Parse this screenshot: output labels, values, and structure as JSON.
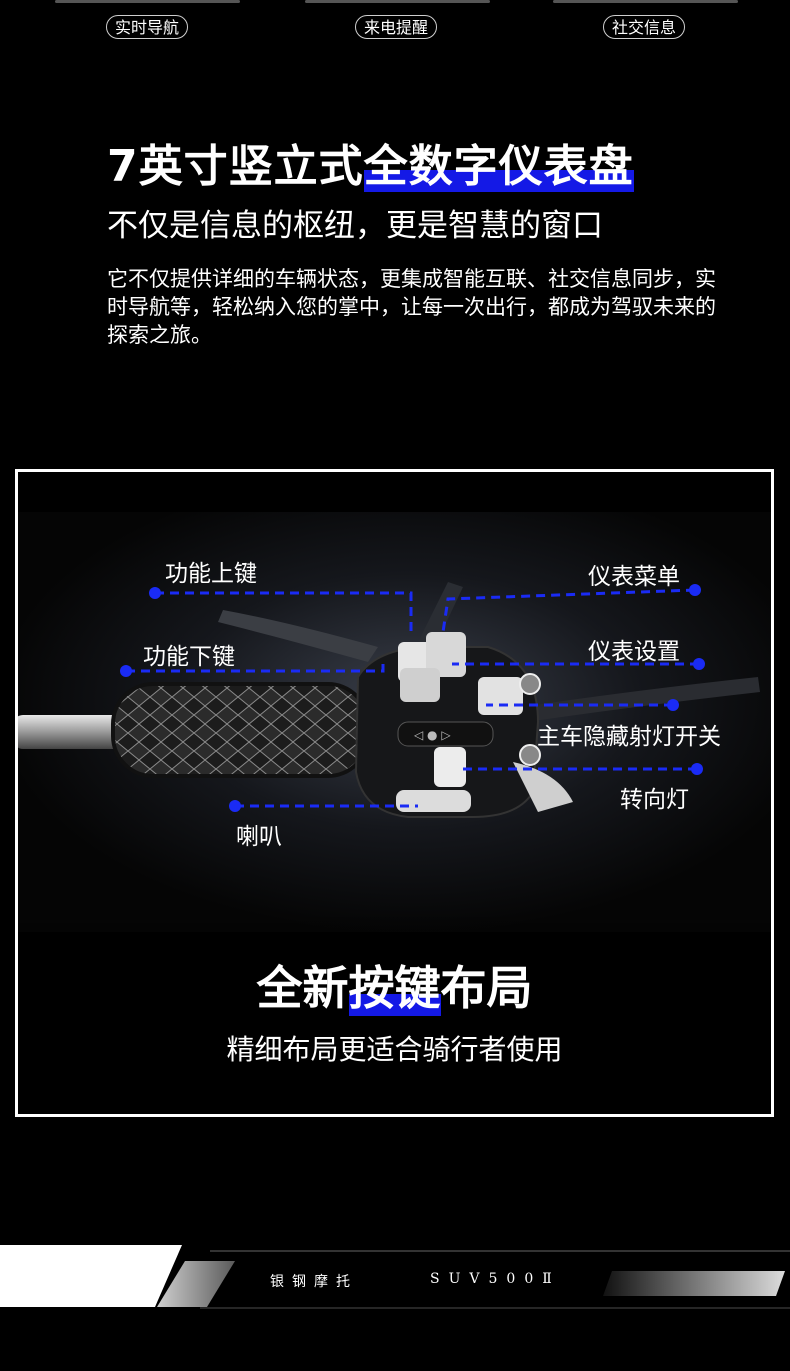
{
  "top_tags": [
    "实时导航",
    "来电提醒",
    "社交信息"
  ],
  "headline": {
    "part1": "7英寸竖立式",
    "highlight": "全数字仪表盘"
  },
  "subhead": "不仅是信息的枢纽，更是智慧的窗口",
  "description": "它不仅提供详细的车辆状态，更集成智能互联、社交信息同步，实时导航等，轻松纳入您的掌中，让每一次出行，都成为驾驭未来的探索之旅。",
  "callouts": {
    "func_up": "功能上键",
    "func_down": "功能下键",
    "horn": "喇叭",
    "menu": "仪表菜单",
    "settings": "仪表设置",
    "spotlight": "主车隐藏射灯开关",
    "turn": "转向灯"
  },
  "button_section": {
    "title_part1": "全新",
    "title_highlight": "按键",
    "title_part2": "布局",
    "subtitle": "精细布局更适合骑行者使用"
  },
  "footer": {
    "brand": "银钢摩托",
    "model": "SUV500Ⅱ"
  },
  "colors": {
    "accent": "#1419e6",
    "background": "#000000"
  }
}
